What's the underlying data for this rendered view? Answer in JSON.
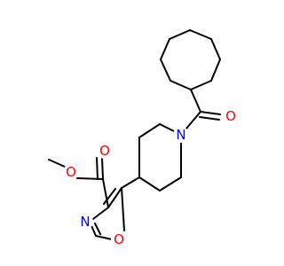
{
  "colors": {
    "background": "#ffffff",
    "bond": "#000000",
    "oxygen": "#ff0000",
    "nitrogen": "#0000ff"
  },
  "atoms": {
    "o_carbonyl_top": "O",
    "n_piperidine": "N",
    "o_ester_ether": "O",
    "o_ester_carbonyl": "O",
    "n_oxazole": "N",
    "o_oxazole": "O"
  }
}
